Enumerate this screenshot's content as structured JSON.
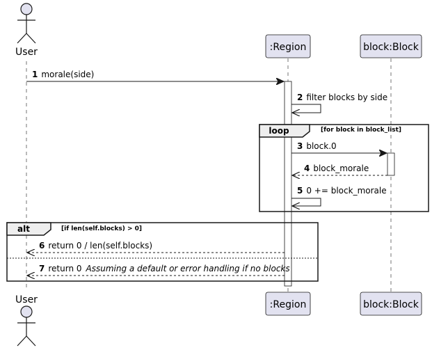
{
  "participants": {
    "user": "User",
    "region": ":Region",
    "block": "block:Block"
  },
  "messages": [
    {
      "num": "1",
      "text": "morale(side)"
    },
    {
      "num": "2",
      "text": "filter blocks by side"
    },
    {
      "num": "3",
      "text": "block.0"
    },
    {
      "num": "4",
      "text": "block_morale"
    },
    {
      "num": "5",
      "text": "0 += block_morale"
    },
    {
      "num": "6",
      "text": "return 0 / len(self.blocks)"
    },
    {
      "num": "7",
      "text": "return 0",
      "note": "Assuming a default or error handling if no blocks"
    }
  ],
  "frames": {
    "loop": {
      "title": "loop",
      "guard": "[for block in block_list]"
    },
    "alt": {
      "title": "alt",
      "guard": "[if len(self.blocks) > 0]"
    }
  },
  "colors": {
    "participant_fill": "#E2E2F0",
    "participant_border": "#181818",
    "line": "#181818",
    "activation_fill": "#ffffff"
  }
}
